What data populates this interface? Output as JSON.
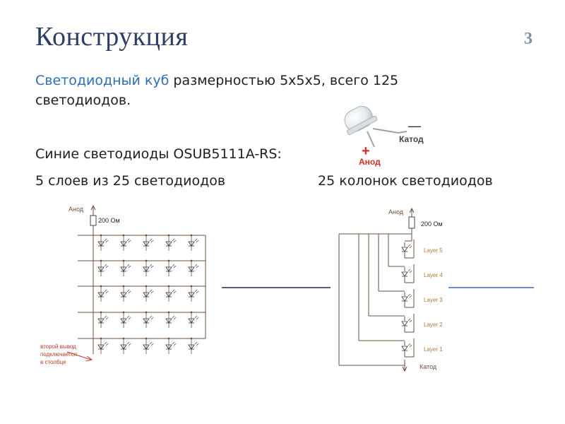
{
  "slide": {
    "title": "Конструкция",
    "number": "3",
    "line1_accent": "Светодиодный куб",
    "line1_rest": " размерностью 5х5х5, всего 125 светодиодов.",
    "line2": "Синие светодиоды OSUB5111A-RS:",
    "line3_left": "5 слоев из 25 светодиодов",
    "line3_right": "25 колонок светодиодов"
  },
  "led_image": {
    "minus": "—",
    "cathode": "Катод",
    "plus": "+",
    "anode": "Анод"
  },
  "left_schematic": {
    "anode": "Анод",
    "resistor": "200 Ом",
    "note_line1": "второй вывод",
    "note_line2": "подключается",
    "note_line3": "в столбце"
  },
  "right_schematic": {
    "anode": "Анод",
    "resistor": "200 Ом",
    "layers": [
      "Layer 5",
      "Layer 4",
      "Layer 3",
      "Layer 2",
      "Layer 1"
    ],
    "cathode": "Катод"
  },
  "colors": {
    "title": "#2c3e62",
    "accent": "#2e6fb8",
    "wire": "#6d4f3c",
    "layer_label": "#b07a3a",
    "note": "#c0392b",
    "divider_blue": "#2e6fb8"
  }
}
